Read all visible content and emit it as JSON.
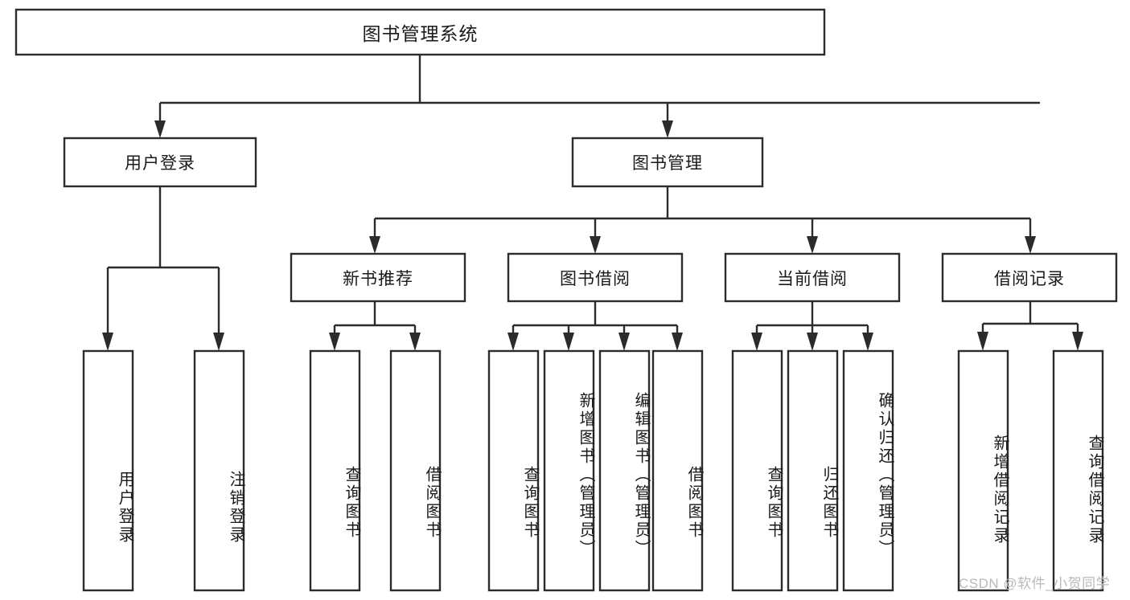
{
  "diagram": {
    "type": "tree",
    "title": "图书管理系统",
    "orientation": "top-down",
    "colors": {
      "box_stroke": "#2b2b2b",
      "box_fill": "#ffffff",
      "connector": "#2b2b2b",
      "text": "#1a1a1a",
      "watermark": "#b9b9b9",
      "background": "#ffffff"
    },
    "levels": {
      "root": {
        "label": "图书管理系统"
      },
      "level2": [
        {
          "label": "用户登录"
        },
        {
          "label": "图书管理"
        }
      ],
      "level3": [
        {
          "label": "新书推荐"
        },
        {
          "label": "图书借阅"
        },
        {
          "label": "当前借阅"
        },
        {
          "label": "借阅记录"
        }
      ]
    },
    "leaves": {
      "user_login": [
        {
          "label": "用户登录"
        },
        {
          "label": "注销登录"
        }
      ],
      "new_book_recommend": [
        {
          "label": "查询图书"
        },
        {
          "label": "借阅图书"
        }
      ],
      "book_borrow": [
        {
          "label": "查询图书"
        },
        {
          "label": "新增图书（管理员）"
        },
        {
          "label": "编辑图书（管理员）"
        },
        {
          "label": "借阅图书"
        }
      ],
      "current_borrow": [
        {
          "label": "查询图书"
        },
        {
          "label": "归还图书"
        },
        {
          "label": "确认归还（管理员）"
        }
      ],
      "borrow_record": [
        {
          "label": "新增借阅记录"
        },
        {
          "label": "查询借阅记录"
        }
      ]
    }
  },
  "watermark": {
    "text": "CSDN @软件_小贺同学"
  }
}
